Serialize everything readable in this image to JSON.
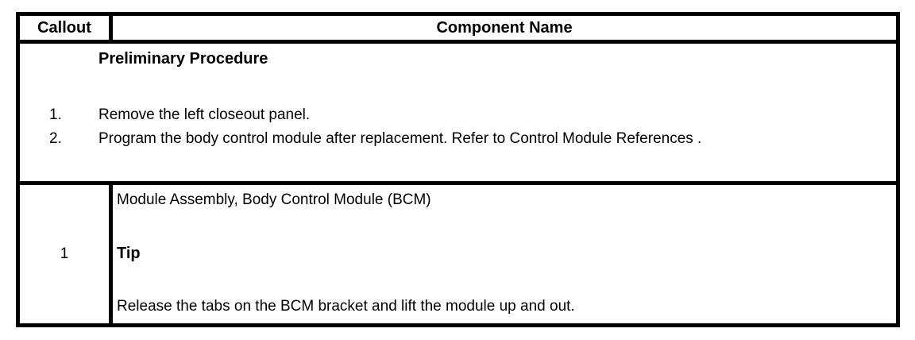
{
  "table": {
    "header": {
      "callout": "Callout",
      "component": "Component Name"
    },
    "preliminary": {
      "title": "Preliminary Procedure",
      "steps": [
        {
          "num": "1.",
          "text": "Remove the left closeout panel."
        },
        {
          "num": "2.",
          "text": "Program the body control module after replacement. Refer to Control Module References ."
        }
      ]
    },
    "rows": [
      {
        "callout": "1",
        "component_name": "Module Assembly, Body Control Module (BCM)",
        "tip_label": "Tip",
        "tip_text": "Release the tabs on the BCM bracket and lift the module up and out."
      }
    ]
  },
  "colors": {
    "border": "#000000",
    "text": "#000000",
    "background": "#ffffff"
  }
}
